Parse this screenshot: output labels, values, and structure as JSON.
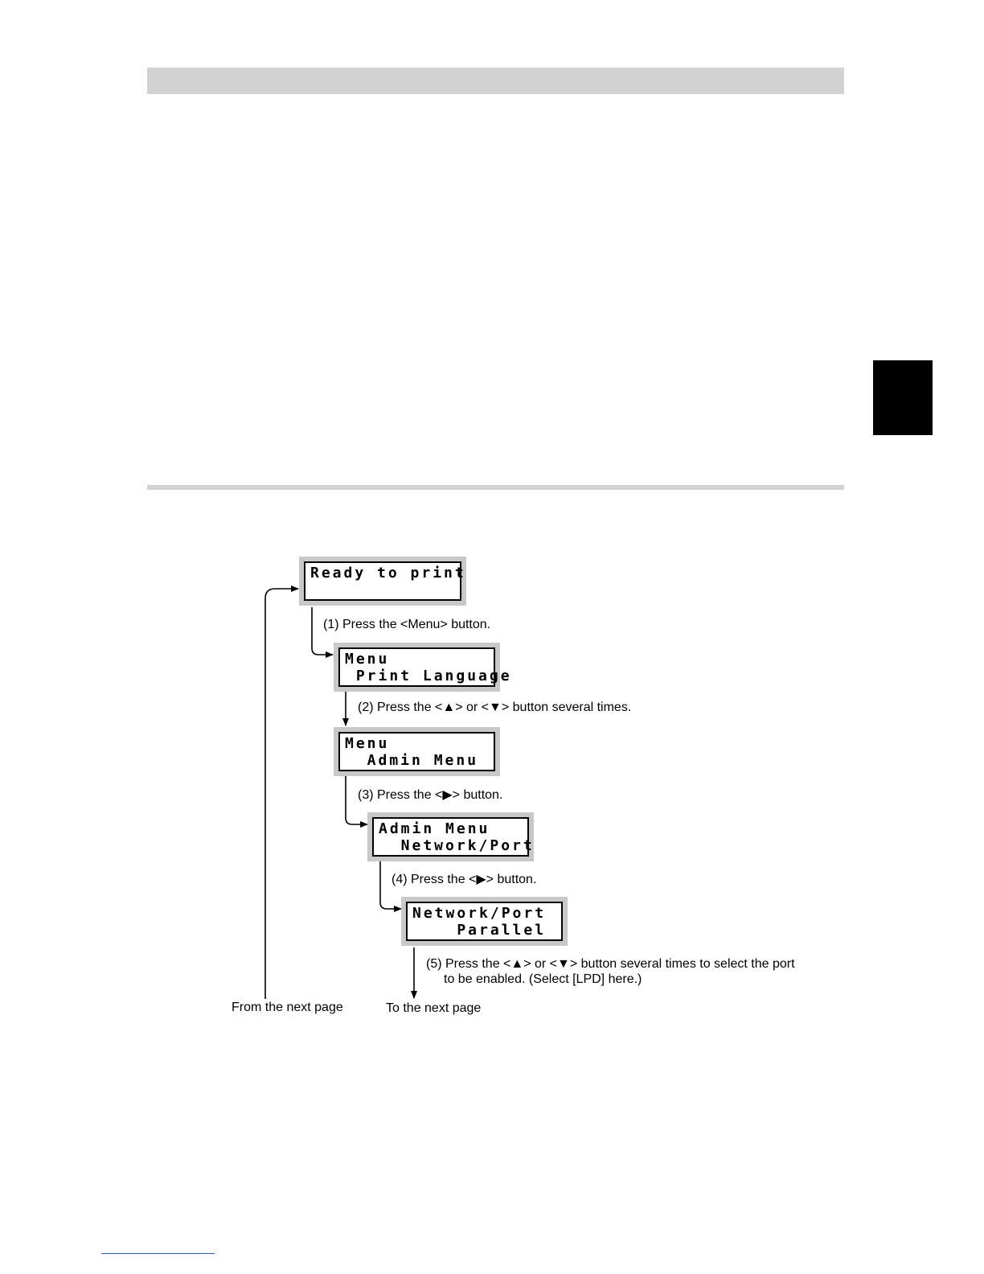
{
  "displays": [
    {
      "line1": "Ready to print",
      "line2": ""
    },
    {
      "line1": "Menu",
      "line2": " Print Language"
    },
    {
      "line1": "Menu",
      "line2": "  Admin Menu"
    },
    {
      "line1": "Admin Menu",
      "line2": "  Network/Port"
    },
    {
      "line1": "Network/Port",
      "line2": "    Parallel"
    }
  ],
  "steps": [
    {
      "text": "(1) Press the <Menu> button."
    },
    {
      "text": "(2) Press the <▲> or <▼> button several times."
    },
    {
      "text": "(3) Press the <▶> button."
    },
    {
      "text": "(4) Press the <▶> button."
    },
    {
      "text": "(5) Press the <▲> or <▼> button several times to select the port",
      "text2": "to be enabled. (Select [LPD] here.)"
    }
  ],
  "captions": {
    "from_next": "From the next page",
    "to_next": "To the next page"
  }
}
